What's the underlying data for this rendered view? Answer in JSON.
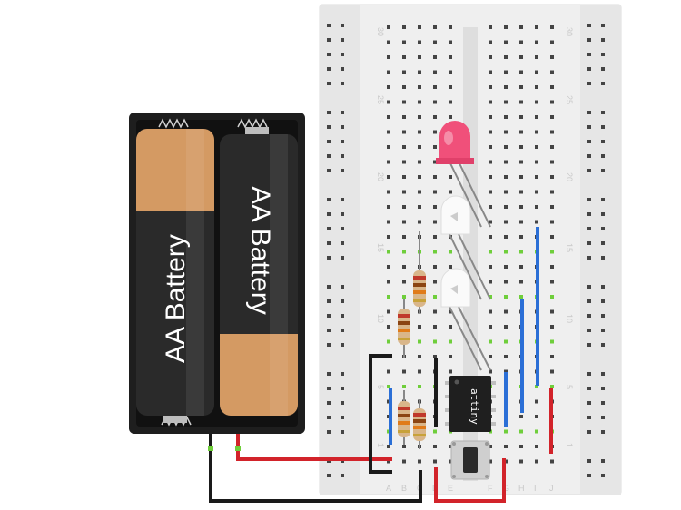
{
  "battery": {
    "label": "AA Battery",
    "count": 2
  },
  "chip": {
    "label": "attiny"
  },
  "breadboard": {
    "row_numbers": [
      "30",
      "25",
      "20",
      "15",
      "10",
      "5",
      "1"
    ],
    "column_letters": [
      "A",
      "B",
      "C",
      "D",
      "E",
      "F",
      "G",
      "H",
      "I",
      "J"
    ]
  },
  "colors": {
    "wire_red": "#d2232a",
    "wire_black": "#1a1a1a",
    "wire_blue": "#2b6fd6",
    "led": "#f0507a",
    "battery_copper": "#d49a63",
    "battery_holder": "#1e1e1e",
    "board": "#efefef",
    "hole": "#444444",
    "hole_active": "#6fce3b"
  }
}
